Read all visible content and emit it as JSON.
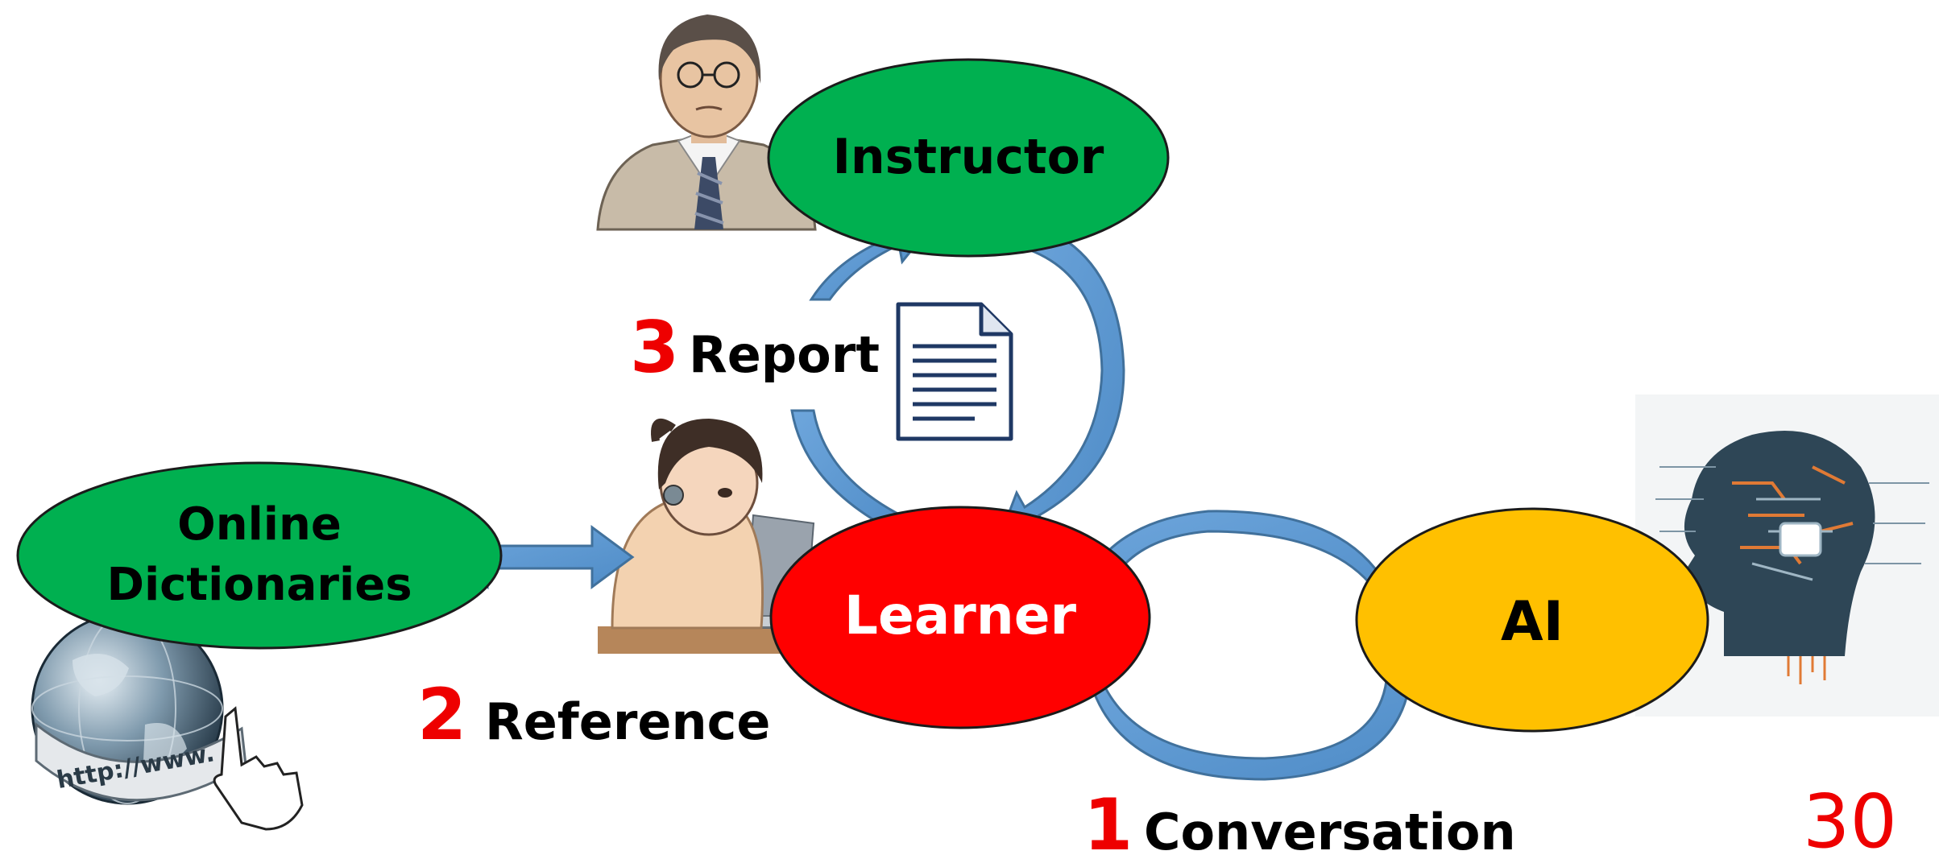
{
  "nodes": {
    "instructor": {
      "label": "Instructor",
      "color": "#00b050"
    },
    "online_dictionaries": {
      "line1": "Online",
      "line2": "Dictionaries",
      "color": "#00b050"
    },
    "learner": {
      "label": "Learner",
      "color": "#ff0000"
    },
    "ai": {
      "label": "AI",
      "color": "#ffc000"
    }
  },
  "steps": {
    "conversation": {
      "number": "1",
      "label": "Conversation"
    },
    "reference": {
      "number": "2",
      "label": "Reference"
    },
    "report": {
      "number": "3",
      "label": "Report"
    }
  },
  "page_number": "30",
  "colors": {
    "arrow_fill": "#5b9bd5",
    "arrow_stroke": "#41719c",
    "step_number": "#ee0000",
    "document_outline": "#1f3864"
  },
  "illustrations": [
    "instructor-portrait",
    "learner-portrait",
    "globe-icon",
    "ai-head-icon",
    "document-icon"
  ]
}
